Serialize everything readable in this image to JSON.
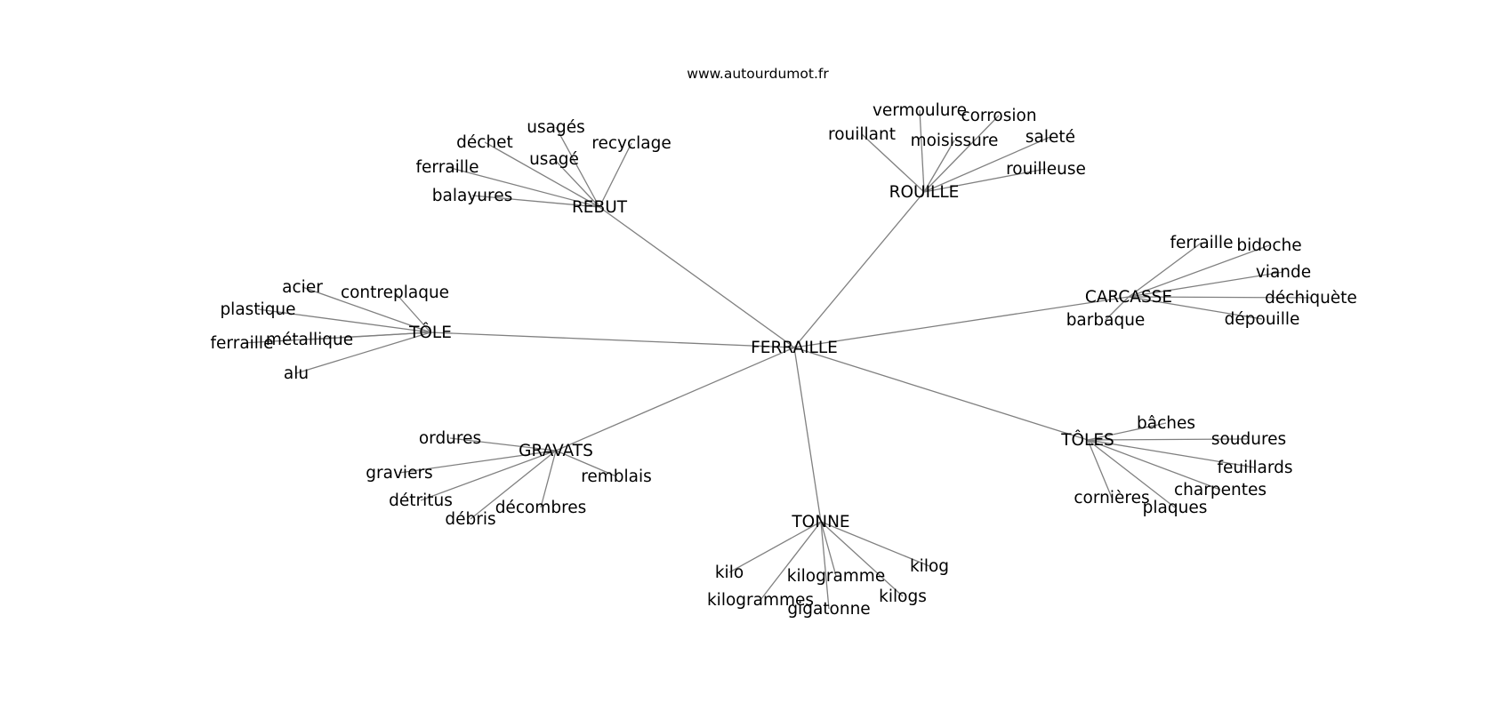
{
  "header": {
    "site": "www.autourdumot.fr"
  },
  "colors": {
    "edge": "#808080",
    "text": "#000000",
    "background": "#ffffff"
  },
  "graph": {
    "center": "FERRAILLE",
    "clusters": [
      {
        "hub": "REBUT",
        "leaves": [
          "usagés",
          "déchet",
          "recyclage",
          "usagé",
          "ferraille",
          "balayures"
        ]
      },
      {
        "hub": "ROUILLE",
        "leaves": [
          "vermoulure",
          "corrosion",
          "rouillant",
          "moisissure",
          "saleté",
          "rouilleuse"
        ]
      },
      {
        "hub": "CARCASSE",
        "leaves": [
          "ferraille",
          "bidoche",
          "viande",
          "déchiquète",
          "barbaque",
          "dépouille"
        ]
      },
      {
        "hub": "TÔLE",
        "leaves": [
          "acier",
          "contreplaque",
          "plastique",
          "métallique",
          "ferraille",
          "alu"
        ]
      },
      {
        "hub": "TÔLES",
        "leaves": [
          "bâches",
          "soudures",
          "feuillards",
          "charpentes",
          "cornières",
          "plaques"
        ]
      },
      {
        "hub": "GRAVATS",
        "leaves": [
          "ordures",
          "graviers",
          "remblais",
          "détritus",
          "décombres",
          "débris"
        ]
      },
      {
        "hub": "TONNE",
        "leaves": [
          "kilog",
          "kilo",
          "kilogramme",
          "kilogs",
          "kilogrammes",
          "gigatonne"
        ]
      }
    ]
  }
}
